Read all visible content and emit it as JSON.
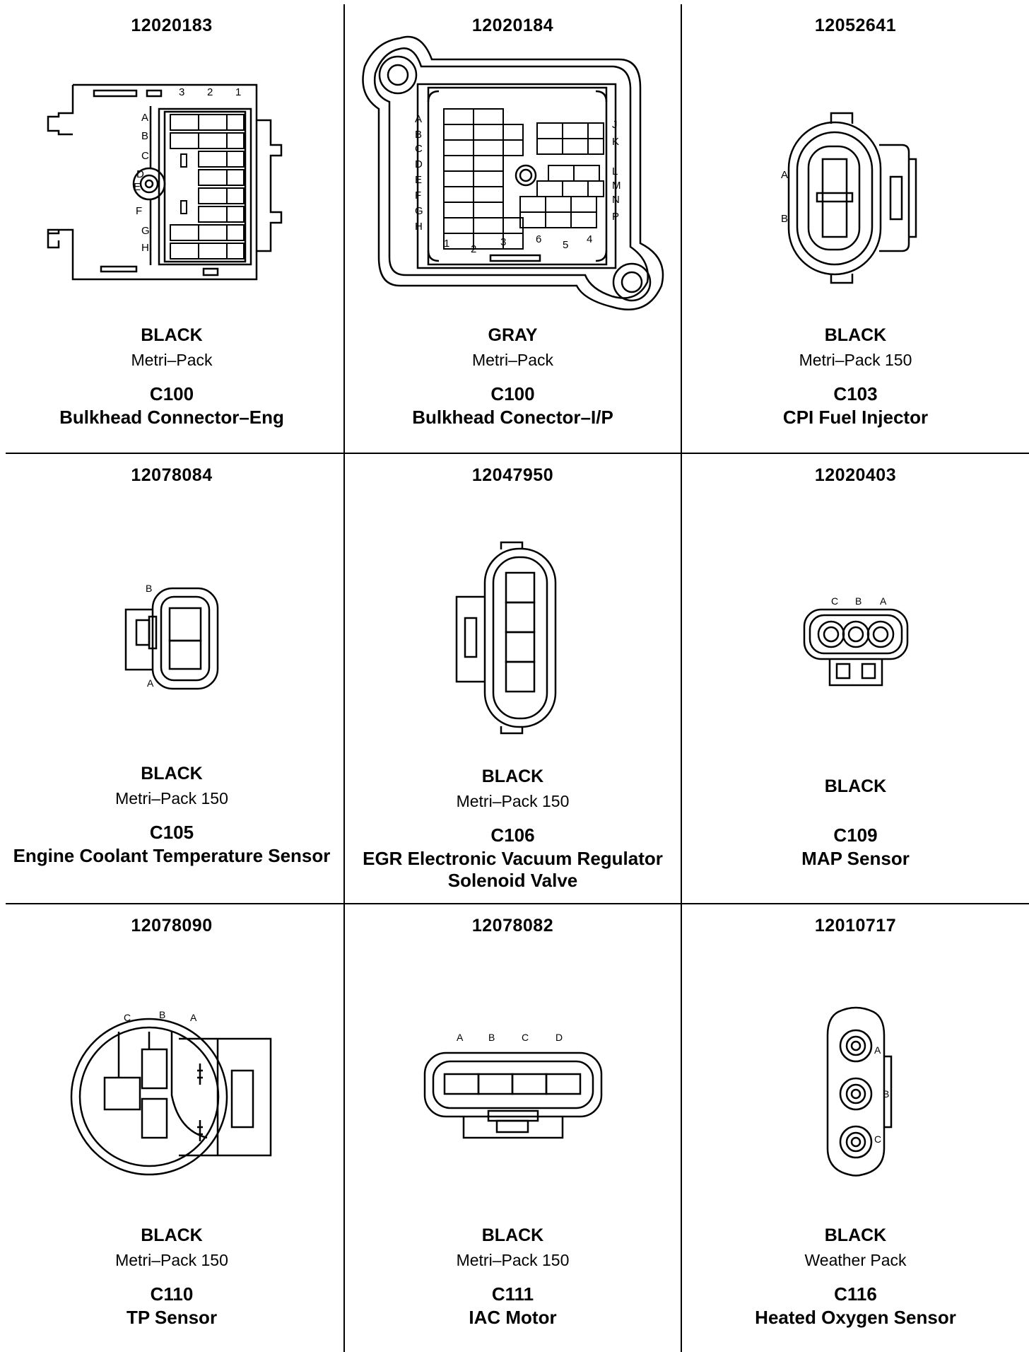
{
  "connectors": [
    {
      "part_number": "12020183",
      "color": "BLACK",
      "series": "Metri–Pack",
      "id": "C100",
      "description": "Bulkhead Connector–Eng",
      "pin_labels": [
        "3",
        "2",
        "1",
        "A",
        "B",
        "C",
        "D",
        "E",
        "F",
        "G",
        "H"
      ]
    },
    {
      "part_number": "12020184",
      "color": "GRAY",
      "series": "Metri–Pack",
      "id": "C100",
      "description": "Bulkhead Conector–I/P",
      "pin_labels": [
        "A",
        "B",
        "C",
        "D",
        "E",
        "F",
        "G",
        "H",
        "J",
        "K",
        "L",
        "M",
        "N",
        "P",
        "1",
        "2",
        "3",
        "6",
        "5",
        "4"
      ]
    },
    {
      "part_number": "12052641",
      "color": "BLACK",
      "series": "Metri–Pack 150",
      "id": "C103",
      "description": "CPI Fuel Injector",
      "pin_labels": [
        "A",
        "B"
      ]
    },
    {
      "part_number": "12078084",
      "color": "BLACK",
      "series": "Metri–Pack 150",
      "id": "C105",
      "description": "Engine Coolant Temperature Sensor",
      "pin_labels": [
        "B",
        "A"
      ]
    },
    {
      "part_number": "12047950",
      "color": "BLACK",
      "series": "Metri–Pack 150",
      "id": "C106",
      "description": "EGR Electronic Vacuum Regulator Solenoid Valve",
      "pin_labels": []
    },
    {
      "part_number": "12020403",
      "color": "BLACK",
      "series": "",
      "id": "C109",
      "description": "MAP Sensor",
      "pin_labels": [
        "C",
        "B",
        "A"
      ]
    },
    {
      "part_number": "12078090",
      "color": "BLACK",
      "series": "Metri–Pack 150",
      "id": "C110",
      "description": "TP Sensor",
      "pin_labels": [
        "C",
        "B",
        "A"
      ]
    },
    {
      "part_number": "12078082",
      "color": "BLACK",
      "series": "Metri–Pack 150",
      "id": "C111",
      "description": "IAC Motor",
      "pin_labels": [
        "A",
        "B",
        "C",
        "D"
      ]
    },
    {
      "part_number": "12010717",
      "color": "BLACK",
      "series": "Weather Pack",
      "id": "C116",
      "description": "Heated Oxygen Sensor",
      "pin_labels": [
        "A",
        "B",
        "C"
      ]
    }
  ]
}
